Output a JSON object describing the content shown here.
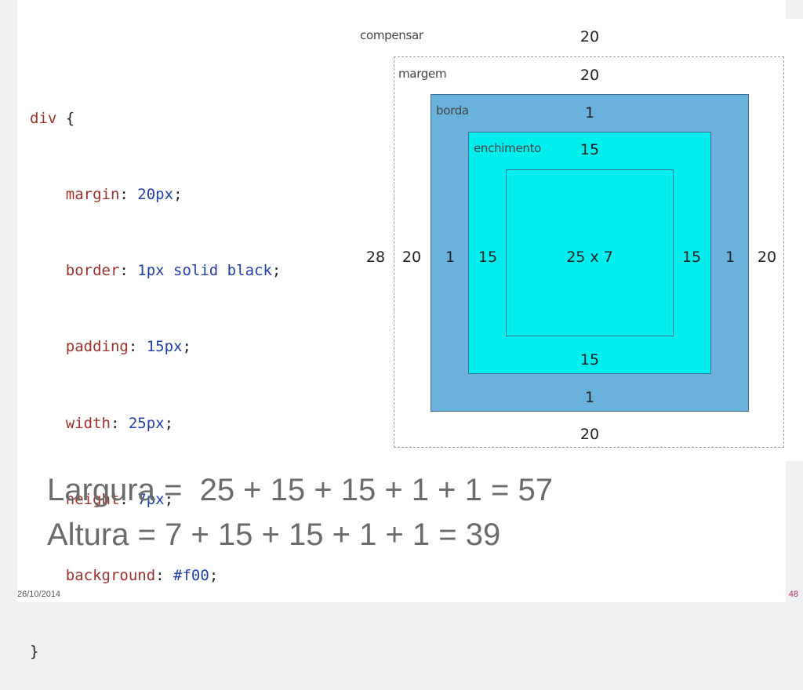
{
  "code": {
    "selector": "div",
    "open_brace": "{",
    "close_brace": "}",
    "declarations": [
      {
        "property": "margin",
        "value": "20px"
      },
      {
        "property": "border",
        "value": "1px solid black"
      },
      {
        "property": "padding",
        "value": "15px"
      },
      {
        "property": "width",
        "value": "25px"
      },
      {
        "property": "height",
        "value": "7px"
      },
      {
        "property": "background",
        "value": "#f00"
      }
    ]
  },
  "diagram": {
    "labels": {
      "offset": "compensar",
      "margin": "margem",
      "border": "borda",
      "padding": "enchimento"
    },
    "offset": {
      "top": "20",
      "left": "28"
    },
    "margin": {
      "top": "20",
      "bottom": "20",
      "left": "20",
      "right": "20"
    },
    "border": {
      "top": "1",
      "bottom": "1",
      "left": "1",
      "right": "1"
    },
    "padding": {
      "top": "15",
      "bottom": "15",
      "left": "15",
      "right": "15"
    },
    "content": "25 x 7",
    "colors": {
      "border_area": "#6ab2dc",
      "padding_area": "#00eeee",
      "outline": "#3f6f90"
    }
  },
  "formulas": {
    "width": "Largura =  25 + 15 + 15 + 1 + 1 = 57",
    "height": "Altura = 7 + 15 + 15 + 1 + 1 = 39"
  },
  "footer": {
    "date": "26/10/2014",
    "page": "48"
  }
}
